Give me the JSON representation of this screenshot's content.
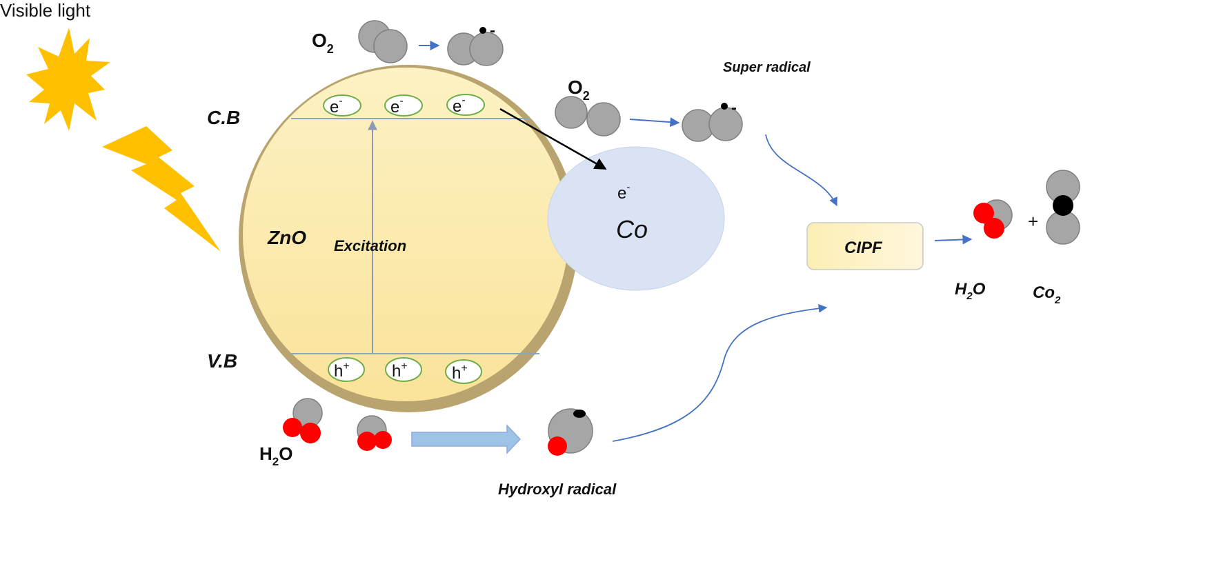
{
  "labels": {
    "visible_light": "Visible light",
    "cb": "C.B",
    "vb": "V.B",
    "zno": "ZnO",
    "excitation": "Excitation",
    "co": "Co",
    "co_electron_base": "e",
    "co_electron_sup": "-",
    "super_radical": "Super radical",
    "hydroxyl_radical": "Hydroxyl radical",
    "cipf": "CIPF",
    "o2_top_base": "O",
    "o2_top_sub": "2",
    "o2_right_base": "O",
    "o2_right_sub": "2",
    "h2o_left_h": "H",
    "h2o_left_sub": "2",
    "h2o_left_o": "O",
    "h2o_right_h": "H",
    "h2o_right_sub": "2",
    "h2o_right_o": "O",
    "co2_base": "Co",
    "co2_sub": "2",
    "plus": "+",
    "radical_mark": "-"
  },
  "electrons": [
    {
      "base": "e",
      "sup": "-"
    },
    {
      "base": "e",
      "sup": "-"
    },
    {
      "base": "e",
      "sup": "-"
    }
  ],
  "holes": [
    {
      "base": "h",
      "sup": "+"
    },
    {
      "base": "h",
      "sup": "+"
    },
    {
      "base": "h",
      "sup": "+"
    }
  ],
  "colors": {
    "sun": "#FFC000",
    "zno_fill": "#FCE9A8",
    "zno_rim": "#B9A36E",
    "co_fill": "#DAE3F3",
    "molecule_gray": "#A6A6A6",
    "oxygen_red": "#FF0000",
    "carbon_black": "#000000",
    "arrow_blue": "#4472C4",
    "band_line": "#8EA3BE",
    "carrier_border": "#70AD47"
  }
}
